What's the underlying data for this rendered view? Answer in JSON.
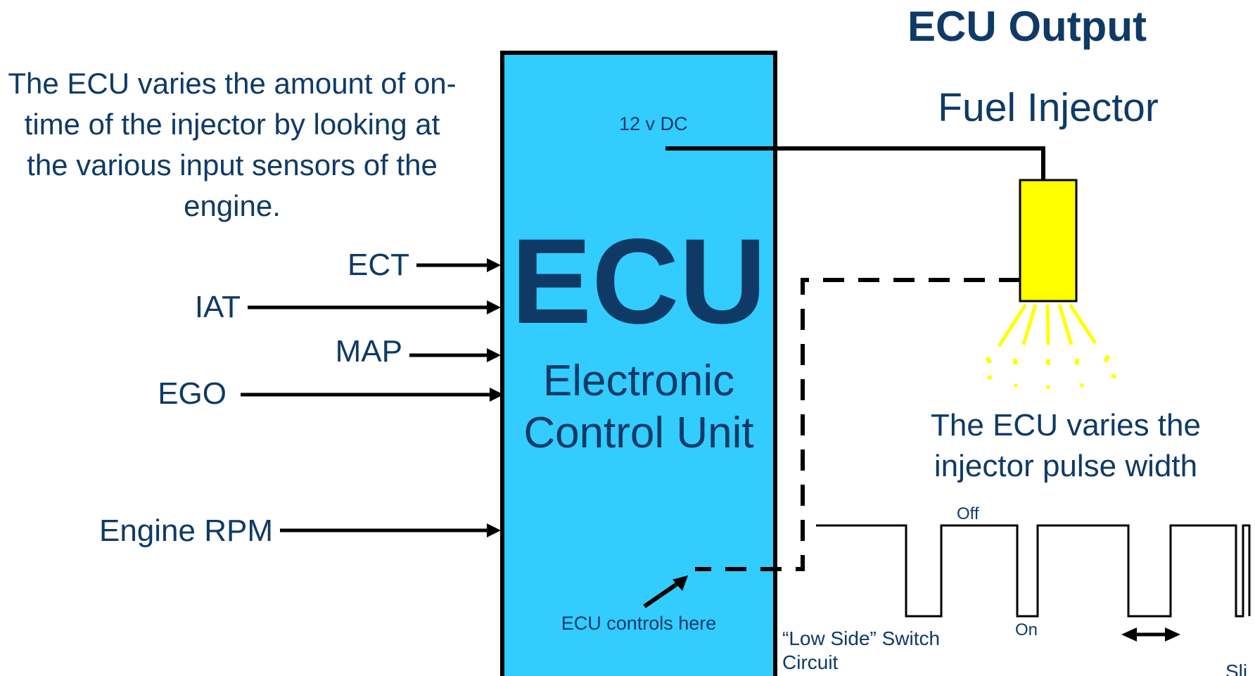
{
  "title": "ECU Output",
  "intro_text": "The ECU varies the amount of on-time of the injector by looking at the various input sensors of the engine.",
  "ecu": {
    "abbr": "ECU",
    "full_name": "Electronic Control Unit",
    "supply_label": "12 v DC",
    "controls_label": "ECU controls here"
  },
  "inputs": [
    {
      "label": "ECT"
    },
    {
      "label": "IAT"
    },
    {
      "label": "MAP"
    },
    {
      "label": "EGO"
    },
    {
      "label": "Engine RPM"
    }
  ],
  "injector": {
    "label": "Fuel Injector",
    "pulse_text": "The ECU varies the injector pulse width"
  },
  "waveform": {
    "off_label": "Off",
    "on_label": "On"
  },
  "low_side_label": "“Low Side” Switch Circuit",
  "cropped_label": "Sli",
  "colors": {
    "ecu_fill": "#33ccff",
    "text": "#0f3a66",
    "injector_fill": "#ffff00",
    "spray": "#ffff00",
    "line": "#000000"
  }
}
